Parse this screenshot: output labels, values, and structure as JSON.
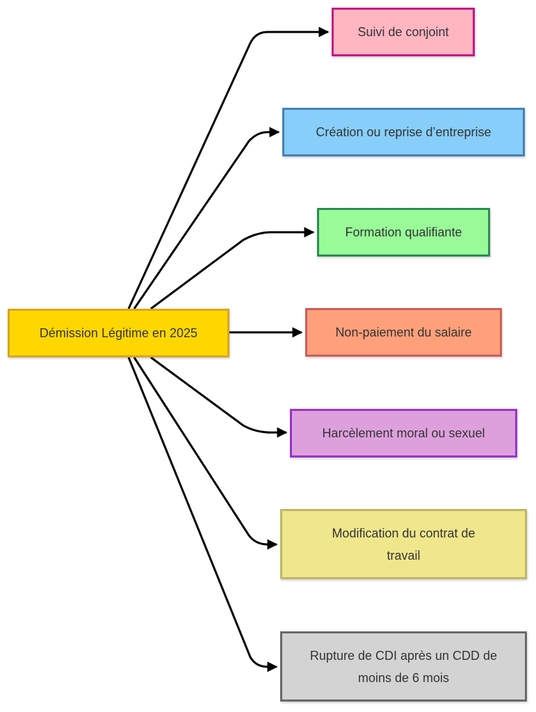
{
  "diagram": {
    "type": "mind-map",
    "root": {
      "label": "Démission Légitime en 2025",
      "fill": "#FFD700",
      "border": "#DAA520"
    },
    "branches": [
      {
        "label": "Suivi de conjoint",
        "fill": "#FFB6C1",
        "border": "#C71585"
      },
      {
        "label": "Création ou reprise d’entreprise",
        "fill": "#87CEFA",
        "border": "#4682B4"
      },
      {
        "label": "Formation qualifiante",
        "fill": "#98FB98",
        "border": "#2E8B57"
      },
      {
        "label": "Non-paiement du salaire",
        "fill": "#FFA07A",
        "border": "#CD5C5C"
      },
      {
        "label": "Harcèlement moral ou sexuel",
        "fill": "#DDA0DD",
        "border": "#9932CC"
      },
      {
        "label": "Modification du contrat de travail",
        "fill": "#F0E68C",
        "border": "#BDB76B"
      },
      {
        "label": "Rupture de CDI après un CDD de moins de 6 mois",
        "fill": "#D3D3D3",
        "border": "#696969"
      }
    ],
    "edge_color": "#000000"
  }
}
